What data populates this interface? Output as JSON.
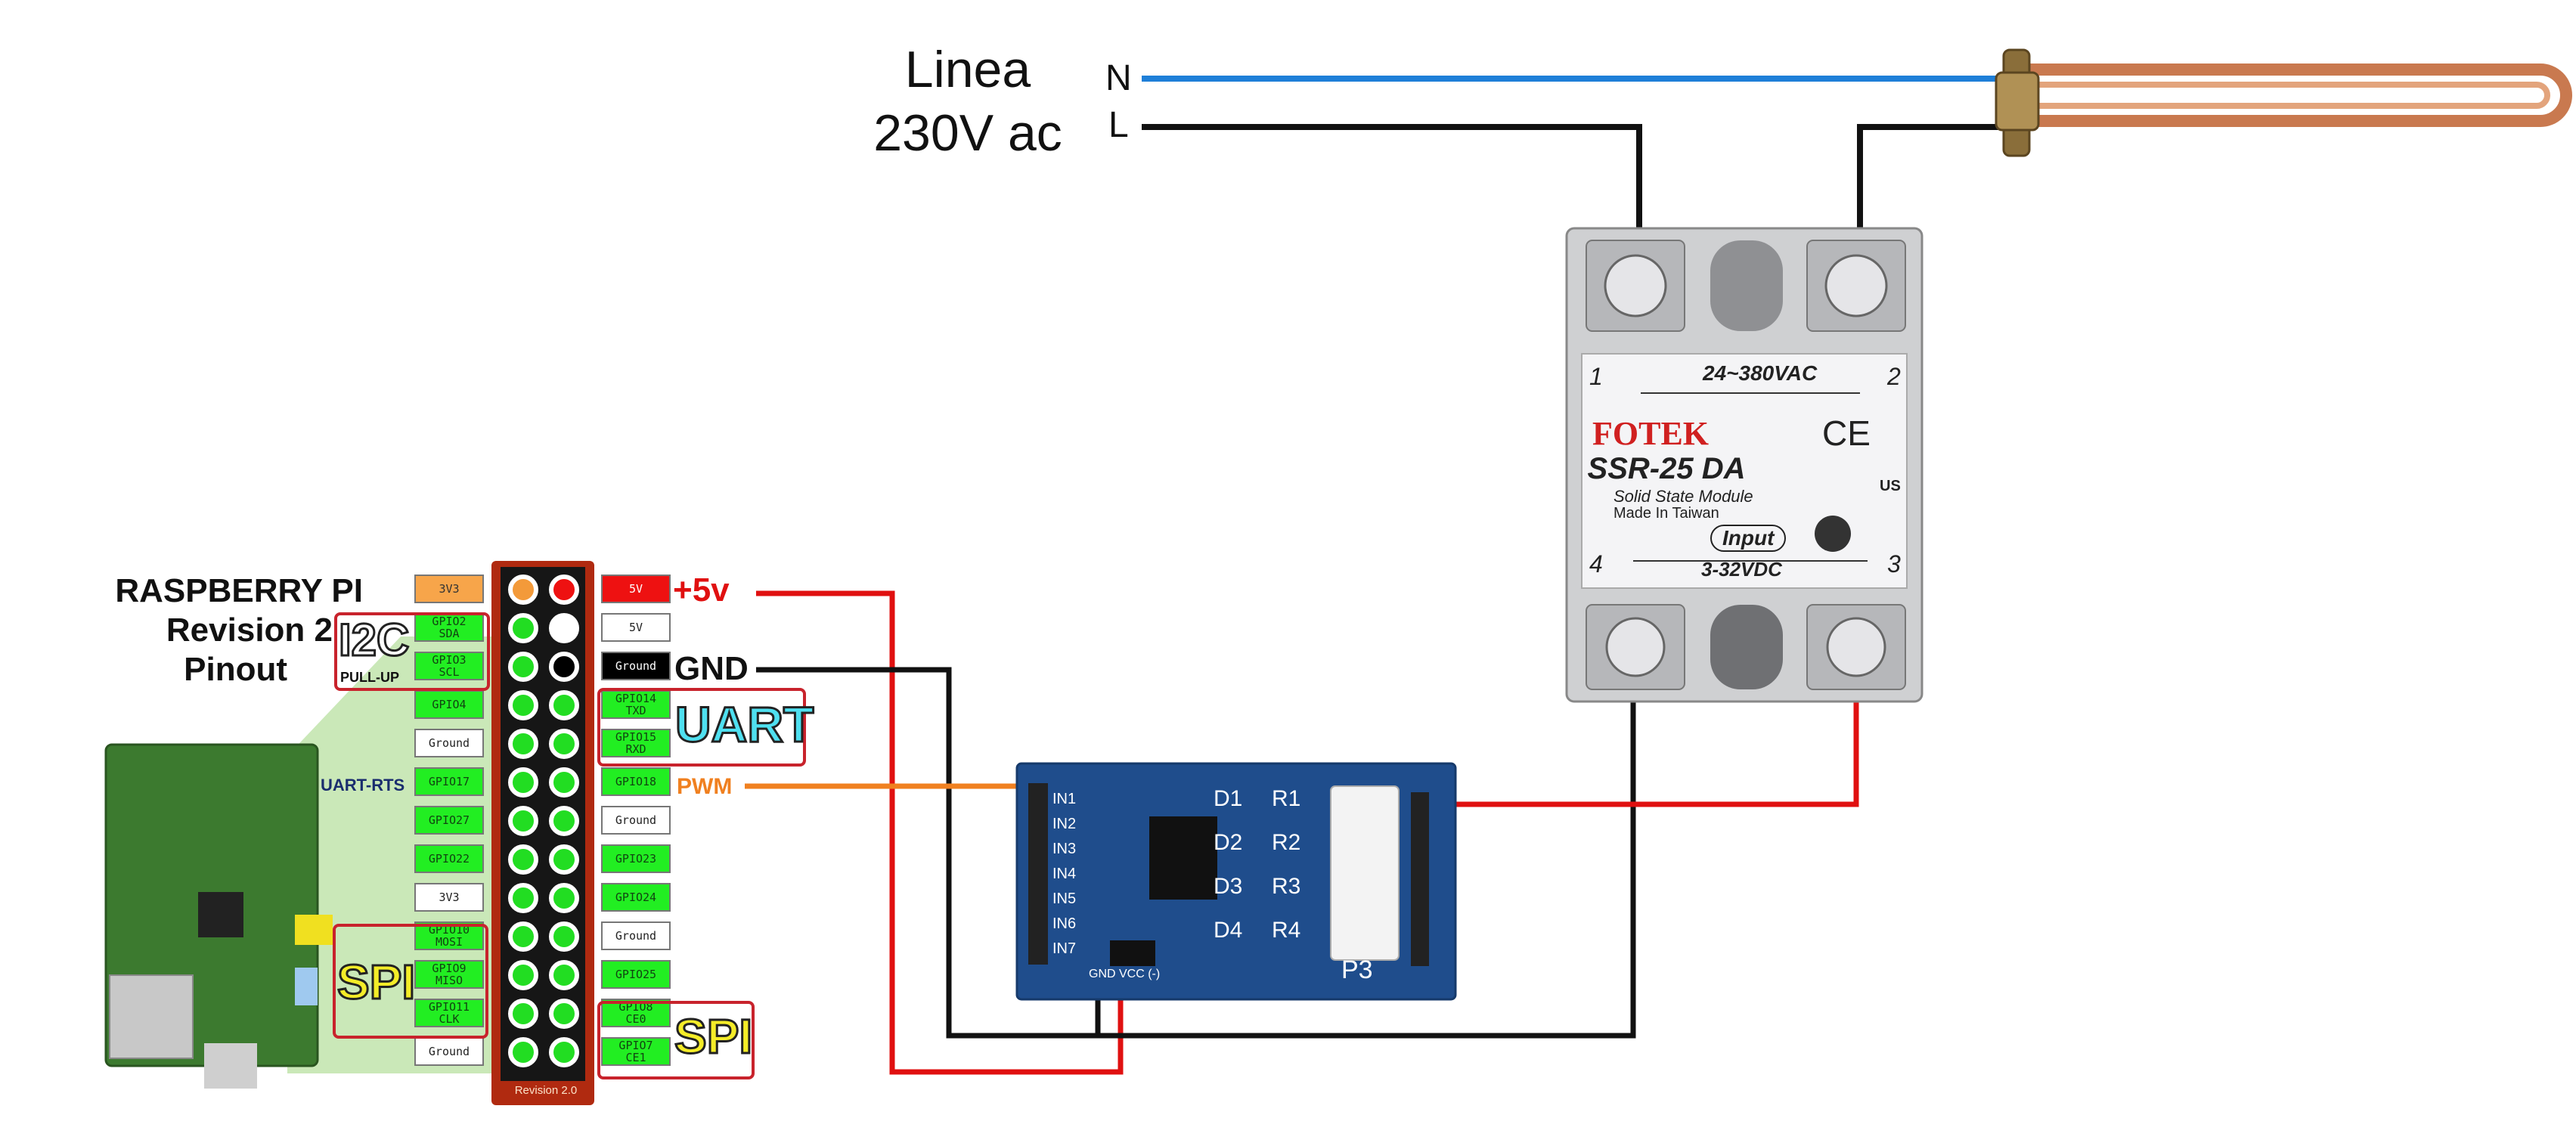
{
  "mains": {
    "title_line1": "Linea",
    "title_line2": "230V ac",
    "neutral": "N",
    "live": "L"
  },
  "pi": {
    "title": [
      "RASPBERRY PI",
      "Revision 2",
      "Pinout"
    ],
    "header_label": "Revision 2.0",
    "left_pins": [
      {
        "label": "3V3",
        "sub": "",
        "color": "orange"
      },
      {
        "label": "GPIO2",
        "sub": "SDA",
        "color": "green"
      },
      {
        "label": "GPIO3",
        "sub": "SCL",
        "color": "green"
      },
      {
        "label": "GPIO4",
        "sub": "",
        "color": "green"
      },
      {
        "label": "Ground",
        "sub": "",
        "color": "white"
      },
      {
        "label": "GPIO17",
        "sub": "",
        "color": "green"
      },
      {
        "label": "GPIO27",
        "sub": "",
        "color": "green"
      },
      {
        "label": "GPIO22",
        "sub": "",
        "color": "green"
      },
      {
        "label": "3V3",
        "sub": "",
        "color": "white"
      },
      {
        "label": "GPIO10",
        "sub": "MOSI",
        "color": "green"
      },
      {
        "label": "GPIO9",
        "sub": "MISO",
        "color": "green"
      },
      {
        "label": "GPIO11",
        "sub": "CLK",
        "color": "green"
      },
      {
        "label": "Ground",
        "sub": "",
        "color": "white"
      }
    ],
    "right_pins": [
      {
        "label": "5V",
        "sub": "",
        "color": "red"
      },
      {
        "label": "5V",
        "sub": "",
        "color": "white"
      },
      {
        "label": "Ground",
        "sub": "",
        "color": "black"
      },
      {
        "label": "GPIO14",
        "sub": "TXD",
        "color": "green"
      },
      {
        "label": "GPIO15",
        "sub": "RXD",
        "color": "green"
      },
      {
        "label": "GPIO18",
        "sub": "",
        "color": "green"
      },
      {
        "label": "Ground",
        "sub": "",
        "color": "white"
      },
      {
        "label": "GPIO23",
        "sub": "",
        "color": "green"
      },
      {
        "label": "GPIO24",
        "sub": "",
        "color": "green"
      },
      {
        "label": "Ground",
        "sub": "",
        "color": "white"
      },
      {
        "label": "GPIO25",
        "sub": "",
        "color": "green"
      },
      {
        "label": "GPIO8",
        "sub": "CE0",
        "color": "green"
      },
      {
        "label": "GPIO7",
        "sub": "CE1",
        "color": "green"
      }
    ],
    "i2c_label": "I2C",
    "pullup_label": "PULL-UP",
    "uart_rts_label": "UART-RTS",
    "uart_label": "UART",
    "spi_label": "SPI"
  },
  "wires": {
    "plus5v": "+5v",
    "gnd": "GND",
    "pwm": "PWM"
  },
  "ssr": {
    "brand": "FOTEK",
    "model": "SSR-25 DA",
    "line1": "Solid State Module",
    "line2": "Made In Taiwan",
    "ac_rating": "24~380VAC",
    "input_label": "Input",
    "dc_rating": "3-32VDC",
    "term1": "1",
    "term2": "2",
    "term3": "3",
    "term4": "4",
    "ce": "CE",
    "ul_us": "US"
  },
  "driver": {
    "inputs": [
      "IN1",
      "IN2",
      "IN3",
      "IN4",
      "IN5",
      "IN6",
      "IN7"
    ],
    "diodes": [
      "D1",
      "D2",
      "D3",
      "D4"
    ],
    "resistors": [
      "R1",
      "R2",
      "R3",
      "R4"
    ],
    "connector": "P3",
    "jumper": "GND VCC (-)"
  },
  "colors": {
    "neutral": "#1e7fd8",
    "live": "#111111",
    "red_wire": "#e01010",
    "orange_wire": "#f08020"
  }
}
